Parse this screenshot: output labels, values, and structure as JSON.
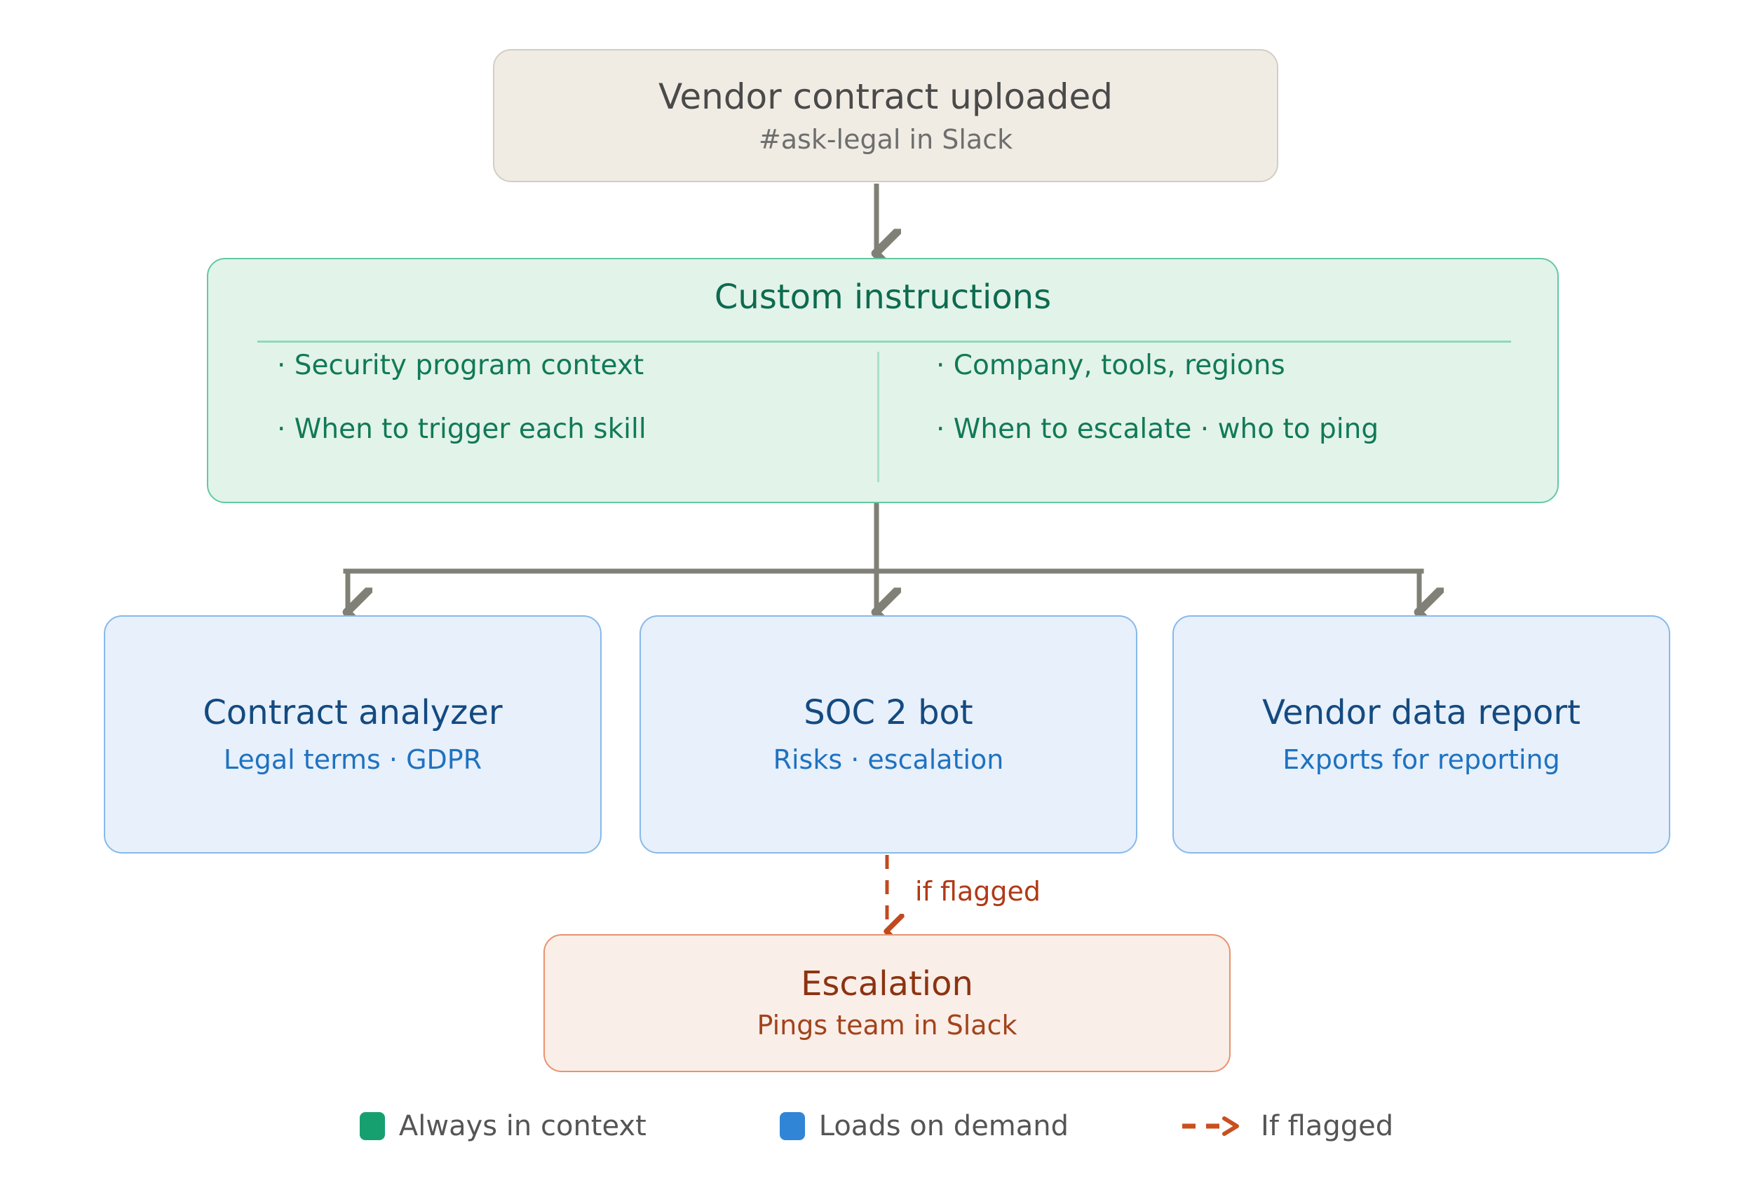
{
  "diagram": {
    "trigger": {
      "title": "Vendor contract uploaded",
      "subtitle": "#ask-legal in Slack"
    },
    "instructions": {
      "title": "Custom instructions",
      "left_items": [
        "· Security program context",
        "· When to trigger each skill"
      ],
      "right_items": [
        "· Company, tools, regions",
        "· When to escalate · who to ping"
      ]
    },
    "skills": [
      {
        "title": "Contract analyzer",
        "subtitle": "Legal terms · GDPR"
      },
      {
        "title": "SOC 2 bot",
        "subtitle": "Risks · escalation"
      },
      {
        "title": "Vendor data report",
        "subtitle": "Exports for reporting"
      }
    ],
    "escalation": {
      "title": "Escalation",
      "subtitle": "Pings team in Slack"
    },
    "edges": {
      "if_flagged_label": "if flagged"
    },
    "legend": [
      {
        "marker": "green-square-swatch",
        "label": "Always in context"
      },
      {
        "marker": "blue-square-swatch",
        "label": "Loads on demand"
      },
      {
        "marker": "dashed-arrow-swatch",
        "label": "If flagged"
      }
    ],
    "colors": {
      "trigger_fill": "#f0ece4",
      "trigger_border": "#d3cec2",
      "instructions_fill": "#e2f3ea",
      "instructions_border": "#62c9a2",
      "instructions_text": "#117a56",
      "skill_fill": "#e7f0fb",
      "skill_border": "#87b9ea",
      "skill_title": "#144a80",
      "skill_sub": "#1f72c0",
      "escalation_fill": "#faeee8",
      "escalation_border": "#e8926e",
      "escalation_text": "#8c3311",
      "flow_arrow": "#808076",
      "flagged_arrow": "#c0491f",
      "legend_green": "#17a06f",
      "legend_blue": "#3085d6"
    }
  }
}
